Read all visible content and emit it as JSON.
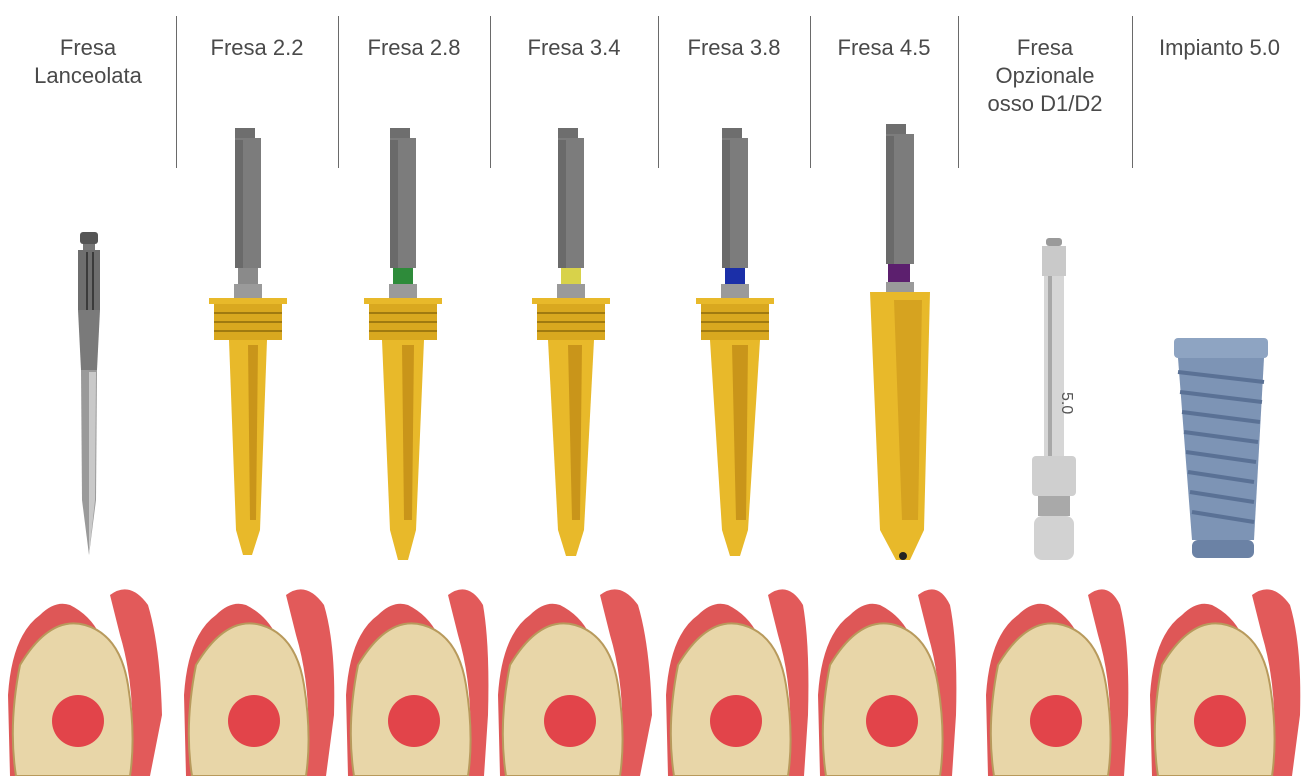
{
  "columns": [
    {
      "label": "Fresa\nLanceolata",
      "tool": "lance-drill"
    },
    {
      "label": "Fresa 2.2",
      "tool": "drill",
      "ring_color": "#8a8a8a"
    },
    {
      "label": "Fresa 2.8",
      "tool": "drill",
      "ring_color": "#2e8b3a"
    },
    {
      "label": "Fresa 3.4",
      "tool": "drill",
      "ring_color": "#d8d24a"
    },
    {
      "label": "Fresa 3.8",
      "tool": "drill",
      "ring_color": "#1b2fa8"
    },
    {
      "label": "Fresa 4.5",
      "tool": "drill",
      "ring_color": "#5c1f6e"
    },
    {
      "label": "Fresa\nOpzionale\nosso D1/D2",
      "tool": "bone-tap",
      "marking": "5.0"
    },
    {
      "label": "Impianto 5.0",
      "tool": "implant"
    }
  ],
  "colors": {
    "gold": "#e8b92a",
    "steel": "#8d8d8d",
    "gum": "#d83a3a",
    "bone": "#e8d6a8",
    "target": "#e02a3a",
    "implant": "#8ea4c2"
  }
}
